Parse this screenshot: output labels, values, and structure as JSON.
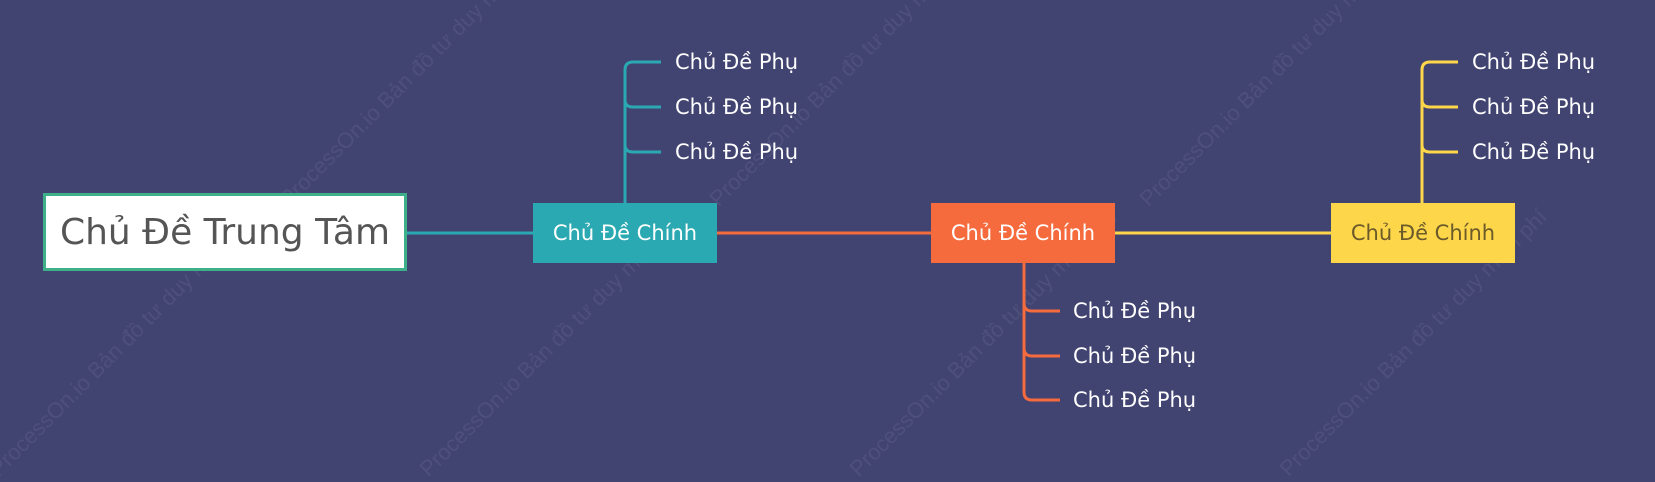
{
  "mindmap": {
    "center": {
      "label": "Chủ Đề Trung Tâm"
    },
    "branches": [
      {
        "label": "Chủ Đề Chính",
        "color": "#2aa9b2",
        "text_color": "#ffffff",
        "subtopics": [
          "Chủ Đề Phụ",
          "Chủ Đề Phụ",
          "Chủ Đề Phụ"
        ]
      },
      {
        "label": "Chủ Đề Chính",
        "color": "#f56b3d",
        "text_color": "#ffffff",
        "subtopics": [
          "Chủ Đề Phụ",
          "Chủ Đề Phụ",
          "Chủ Đề Phụ"
        ]
      },
      {
        "label": "Chủ Đề Chính",
        "color": "#fdd64a",
        "text_color": "#6b5a2a",
        "subtopics": [
          "Chủ Đề Phụ",
          "Chủ Đề Phụ",
          "Chủ Đề Phụ"
        ]
      }
    ]
  },
  "watermarks": [
    "ProcessOn.io Bản đồ tư duy miễn phí"
  ],
  "colors": {
    "background": "#414371",
    "center_border": "#3db08a",
    "center_link": "#2aa9b2"
  }
}
